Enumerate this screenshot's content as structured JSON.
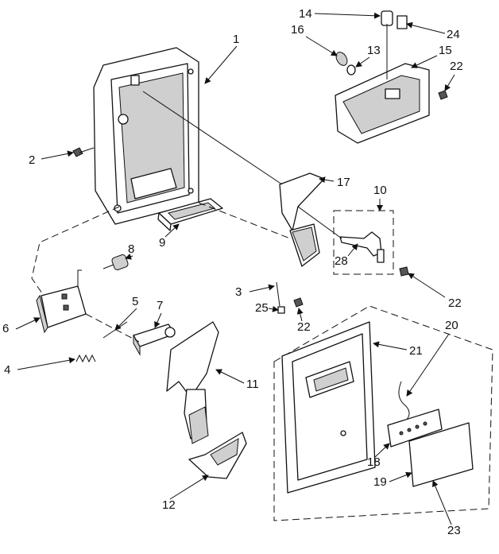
{
  "diagram": {
    "type": "exploded parts diagram",
    "callouts": [
      {
        "id": "c1",
        "label": "1"
      },
      {
        "id": "c2",
        "label": "2"
      },
      {
        "id": "c3",
        "label": "3"
      },
      {
        "id": "c4",
        "label": "4"
      },
      {
        "id": "c5",
        "label": "5"
      },
      {
        "id": "c6",
        "label": "6"
      },
      {
        "id": "c7",
        "label": "7"
      },
      {
        "id": "c8",
        "label": "8"
      },
      {
        "id": "c9",
        "label": "9"
      },
      {
        "id": "c10",
        "label": "10"
      },
      {
        "id": "c11",
        "label": "11"
      },
      {
        "id": "c12",
        "label": "12"
      },
      {
        "id": "c13",
        "label": "13"
      },
      {
        "id": "c14",
        "label": "14"
      },
      {
        "id": "c15",
        "label": "15"
      },
      {
        "id": "c16",
        "label": "16"
      },
      {
        "id": "c17",
        "label": "17"
      },
      {
        "id": "c18",
        "label": "18"
      },
      {
        "id": "c19",
        "label": "19"
      },
      {
        "id": "c20",
        "label": "20"
      },
      {
        "id": "c21",
        "label": "21"
      },
      {
        "id": "c22a",
        "label": "22"
      },
      {
        "id": "c22b",
        "label": "22"
      },
      {
        "id": "c22c",
        "label": "22"
      },
      {
        "id": "c23",
        "label": "23"
      },
      {
        "id": "c24",
        "label": "24"
      },
      {
        "id": "c25",
        "label": "25"
      },
      {
        "id": "c28",
        "label": "28"
      }
    ]
  }
}
